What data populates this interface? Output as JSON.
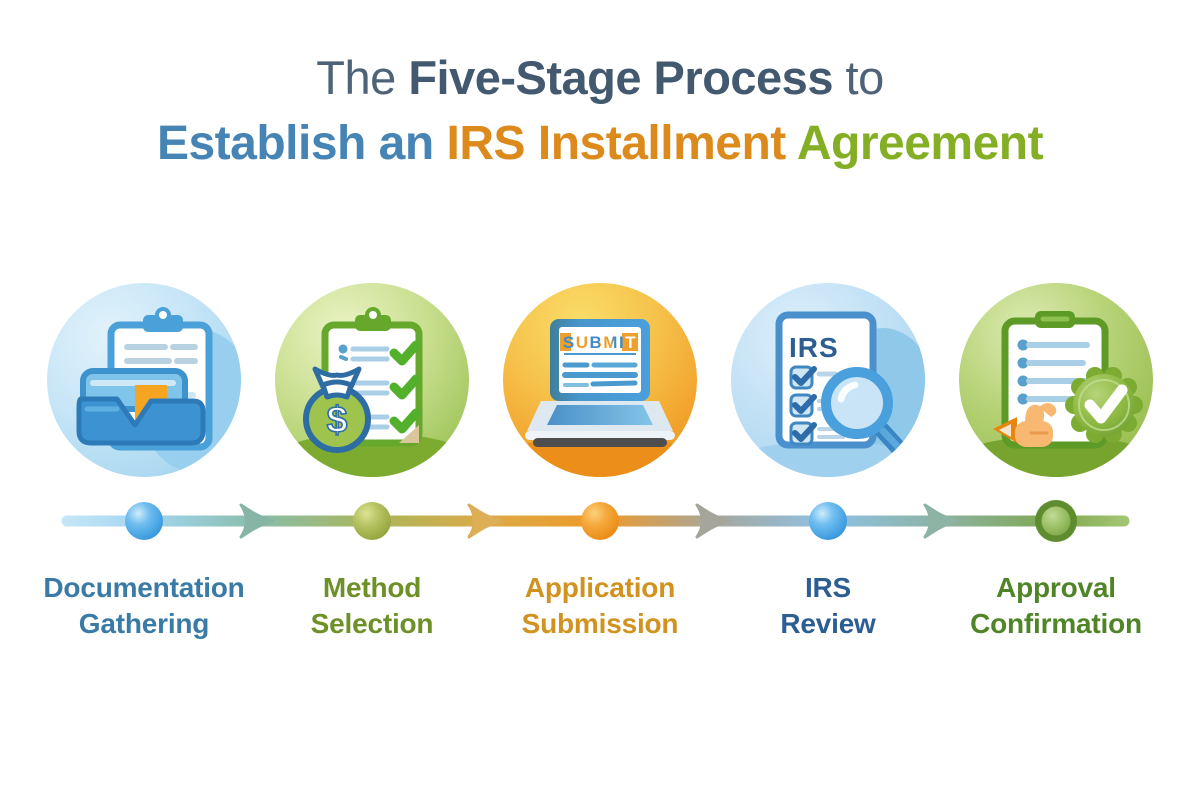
{
  "title": {
    "line1": {
      "pre": "The ",
      "emphasis": "Five-Stage Process",
      "post": " to"
    },
    "line2": {
      "part1": "Establish an ",
      "part2": "IRS Installment ",
      "part3": "Agreement"
    }
  },
  "stages": [
    {
      "label_line1": "Documentation",
      "label_line2": "Gathering",
      "color": "#3a7aa6",
      "icon": "clipboard-folder-documents-icon"
    },
    {
      "label_line1": "Method",
      "label_line2": "Selection",
      "color": "#6d9027",
      "icon": "checklist-money-bag-icon",
      "icon_text": "$"
    },
    {
      "label_line1": "Application",
      "label_line2": "Submission",
      "color": "#d19220",
      "icon": "laptop-submit-icon",
      "icon_text": "SUBMIT"
    },
    {
      "label_line1": "IRS",
      "label_line2": "Review",
      "color": "#2d5e93",
      "icon": "irs-document-magnifier-icon",
      "icon_text": "IRS"
    },
    {
      "label_line1": "Approval",
      "label_line2": "Confirmation",
      "color": "#4f8526",
      "icon": "clipboard-approved-badge-icon"
    }
  ],
  "timeline": {
    "node_colors": [
      "#4aa4e4",
      "#aab84e",
      "#f0931f",
      "#4aa4e4",
      "#6d9c38"
    ],
    "arrow_colors": [
      "#86b5a6",
      "#dcae56",
      "#a5a59b",
      "#8db3a4"
    ]
  },
  "palette": {
    "title_slate": "#43596f",
    "title_blue": "#4584b4",
    "title_orange": "#dc8a1c",
    "title_green": "#84af25",
    "circle_blue": "#a6d6f0",
    "circle_green": "#8cba42",
    "circle_orange": "#f19a24"
  }
}
